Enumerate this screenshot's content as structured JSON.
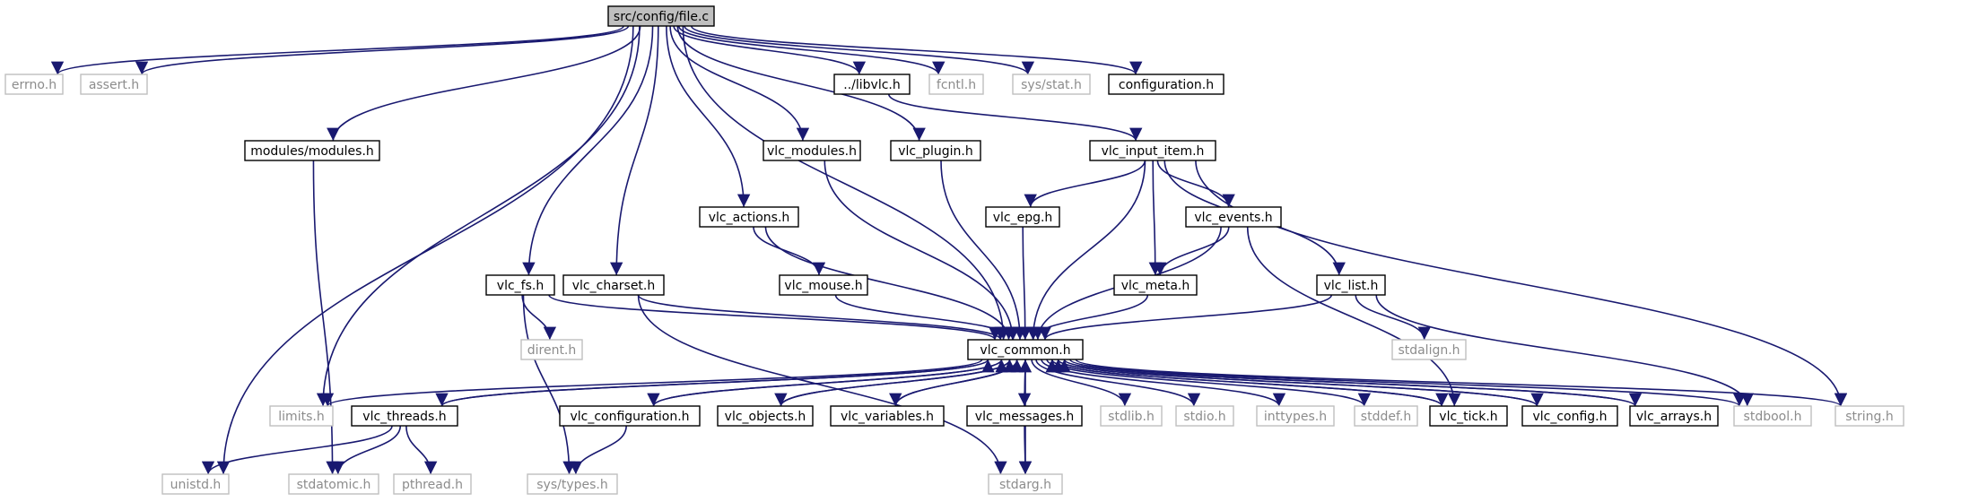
{
  "graph": {
    "root": "src/config/file.c",
    "nodes": [
      {
        "id": "file_c",
        "label": "src/config/file.c",
        "kind": "root"
      },
      {
        "id": "errno_h",
        "label": "errno.h",
        "kind": "system"
      },
      {
        "id": "assert_h",
        "label": "assert.h",
        "kind": "system"
      },
      {
        "id": "libvlc_h",
        "label": "../libvlc.h",
        "kind": "project"
      },
      {
        "id": "fcntl_h",
        "label": "fcntl.h",
        "kind": "system"
      },
      {
        "id": "sysstat_h",
        "label": "sys/stat.h",
        "kind": "system"
      },
      {
        "id": "configuration_h",
        "label": "configuration.h",
        "kind": "project"
      },
      {
        "id": "modules_h",
        "label": "modules/modules.h",
        "kind": "project"
      },
      {
        "id": "vlc_modules_h",
        "label": "vlc_modules.h",
        "kind": "project"
      },
      {
        "id": "vlc_plugin_h",
        "label": "vlc_plugin.h",
        "kind": "project"
      },
      {
        "id": "vlc_input_item_h",
        "label": "vlc_input_item.h",
        "kind": "project"
      },
      {
        "id": "vlc_actions_h",
        "label": "vlc_actions.h",
        "kind": "project"
      },
      {
        "id": "vlc_epg_h",
        "label": "vlc_epg.h",
        "kind": "project"
      },
      {
        "id": "vlc_events_h",
        "label": "vlc_events.h",
        "kind": "project"
      },
      {
        "id": "vlc_fs_h",
        "label": "vlc_fs.h",
        "kind": "project"
      },
      {
        "id": "vlc_charset_h",
        "label": "vlc_charset.h",
        "kind": "project"
      },
      {
        "id": "vlc_mouse_h",
        "label": "vlc_mouse.h",
        "kind": "project"
      },
      {
        "id": "vlc_meta_h",
        "label": "vlc_meta.h",
        "kind": "project"
      },
      {
        "id": "vlc_list_h",
        "label": "vlc_list.h",
        "kind": "project"
      },
      {
        "id": "dirent_h",
        "label": "dirent.h",
        "kind": "system"
      },
      {
        "id": "stdalign_h",
        "label": "stdalign.h",
        "kind": "system"
      },
      {
        "id": "vlc_common_h",
        "label": "vlc_common.h",
        "kind": "project"
      },
      {
        "id": "limits_h",
        "label": "limits.h",
        "kind": "system"
      },
      {
        "id": "vlc_threads_h",
        "label": "vlc_threads.h",
        "kind": "project"
      },
      {
        "id": "vlc_configuration_h",
        "label": "vlc_configuration.h",
        "kind": "project"
      },
      {
        "id": "vlc_objects_h",
        "label": "vlc_objects.h",
        "kind": "project"
      },
      {
        "id": "vlc_variables_h",
        "label": "vlc_variables.h",
        "kind": "project"
      },
      {
        "id": "vlc_messages_h",
        "label": "vlc_messages.h",
        "kind": "project"
      },
      {
        "id": "stdlib_h",
        "label": "stdlib.h",
        "kind": "system"
      },
      {
        "id": "stdio_h",
        "label": "stdio.h",
        "kind": "system"
      },
      {
        "id": "inttypes_h",
        "label": "inttypes.h",
        "kind": "system"
      },
      {
        "id": "stddef_h",
        "label": "stddef.h",
        "kind": "system"
      },
      {
        "id": "vlc_tick_h",
        "label": "vlc_tick.h",
        "kind": "project"
      },
      {
        "id": "vlc_config_h",
        "label": "vlc_config.h",
        "kind": "project"
      },
      {
        "id": "vlc_arrays_h",
        "label": "vlc_arrays.h",
        "kind": "project"
      },
      {
        "id": "stdbool_h",
        "label": "stdbool.h",
        "kind": "system"
      },
      {
        "id": "string_h",
        "label": "string.h",
        "kind": "system"
      },
      {
        "id": "unistd_h",
        "label": "unistd.h",
        "kind": "system"
      },
      {
        "id": "stdatomic_h",
        "label": "stdatomic.h",
        "kind": "system"
      },
      {
        "id": "pthread_h",
        "label": "pthread.h",
        "kind": "system"
      },
      {
        "id": "systypes_h",
        "label": "sys/types.h",
        "kind": "system"
      },
      {
        "id": "stdarg_h",
        "label": "stdarg.h",
        "kind": "system"
      }
    ],
    "edges": [
      [
        "file_c",
        "errno_h"
      ],
      [
        "file_c",
        "assert_h"
      ],
      [
        "file_c",
        "libvlc_h"
      ],
      [
        "file_c",
        "fcntl_h"
      ],
      [
        "file_c",
        "sysstat_h"
      ],
      [
        "file_c",
        "configuration_h"
      ],
      [
        "file_c",
        "modules_h"
      ],
      [
        "file_c",
        "vlc_modules_h"
      ],
      [
        "file_c",
        "vlc_plugin_h"
      ],
      [
        "file_c",
        "vlc_actions_h"
      ],
      [
        "file_c",
        "vlc_fs_h"
      ],
      [
        "file_c",
        "vlc_charset_h"
      ],
      [
        "file_c",
        "vlc_common_h"
      ],
      [
        "file_c",
        "limits_h"
      ],
      [
        "file_c",
        "unistd_h"
      ],
      [
        "libvlc_h",
        "vlc_input_item_h"
      ],
      [
        "modules_h",
        "stdatomic_h"
      ],
      [
        "vlc_modules_h",
        "vlc_common_h"
      ],
      [
        "vlc_plugin_h",
        "vlc_common_h"
      ],
      [
        "vlc_input_item_h",
        "vlc_epg_h"
      ],
      [
        "vlc_input_item_h",
        "vlc_events_h"
      ],
      [
        "vlc_input_item_h",
        "vlc_meta_h"
      ],
      [
        "vlc_input_item_h",
        "vlc_list_h"
      ],
      [
        "vlc_input_item_h",
        "vlc_common_h"
      ],
      [
        "vlc_input_item_h",
        "string_h"
      ],
      [
        "vlc_actions_h",
        "vlc_mouse_h"
      ],
      [
        "vlc_actions_h",
        "vlc_common_h"
      ],
      [
        "vlc_epg_h",
        "vlc_common_h"
      ],
      [
        "vlc_events_h",
        "vlc_meta_h"
      ],
      [
        "vlc_events_h",
        "vlc_common_h"
      ],
      [
        "vlc_events_h",
        "vlc_tick_h"
      ],
      [
        "vlc_fs_h",
        "dirent_h"
      ],
      [
        "vlc_fs_h",
        "systypes_h"
      ],
      [
        "vlc_fs_h",
        "vlc_common_h"
      ],
      [
        "vlc_charset_h",
        "vlc_common_h"
      ],
      [
        "vlc_charset_h",
        "stdarg_h"
      ],
      [
        "vlc_mouse_h",
        "vlc_common_h"
      ],
      [
        "vlc_meta_h",
        "vlc_common_h"
      ],
      [
        "vlc_list_h",
        "stdalign_h"
      ],
      [
        "vlc_list_h",
        "vlc_common_h"
      ],
      [
        "vlc_list_h",
        "stdbool_h"
      ],
      [
        "vlc_common_h",
        "limits_h"
      ],
      [
        "vlc_common_h",
        "vlc_threads_h"
      ],
      [
        "vlc_common_h",
        "vlc_configuration_h"
      ],
      [
        "vlc_common_h",
        "vlc_objects_h"
      ],
      [
        "vlc_common_h",
        "vlc_variables_h"
      ],
      [
        "vlc_common_h",
        "vlc_messages_h"
      ],
      [
        "vlc_common_h",
        "stdlib_h"
      ],
      [
        "vlc_common_h",
        "stdio_h"
      ],
      [
        "vlc_common_h",
        "inttypes_h"
      ],
      [
        "vlc_common_h",
        "stddef_h"
      ],
      [
        "vlc_common_h",
        "vlc_tick_h"
      ],
      [
        "vlc_common_h",
        "vlc_config_h"
      ],
      [
        "vlc_common_h",
        "vlc_arrays_h"
      ],
      [
        "vlc_common_h",
        "stdbool_h"
      ],
      [
        "vlc_common_h",
        "string_h"
      ],
      [
        "vlc_common_h",
        "stdarg_h"
      ],
      [
        "vlc_threads_h",
        "vlc_common_h"
      ],
      [
        "vlc_threads_h",
        "unistd_h"
      ],
      [
        "vlc_threads_h",
        "stdatomic_h"
      ],
      [
        "vlc_threads_h",
        "pthread_h"
      ],
      [
        "vlc_configuration_h",
        "vlc_common_h"
      ],
      [
        "vlc_configuration_h",
        "systypes_h"
      ],
      [
        "vlc_objects_h",
        "vlc_common_h"
      ],
      [
        "vlc_variables_h",
        "vlc_common_h"
      ],
      [
        "vlc_messages_h",
        "vlc_common_h"
      ],
      [
        "vlc_messages_h",
        "stdarg_h"
      ],
      [
        "vlc_tick_h",
        "vlc_common_h"
      ],
      [
        "vlc_config_h",
        "vlc_common_h"
      ],
      [
        "vlc_arrays_h",
        "vlc_common_h"
      ]
    ]
  }
}
